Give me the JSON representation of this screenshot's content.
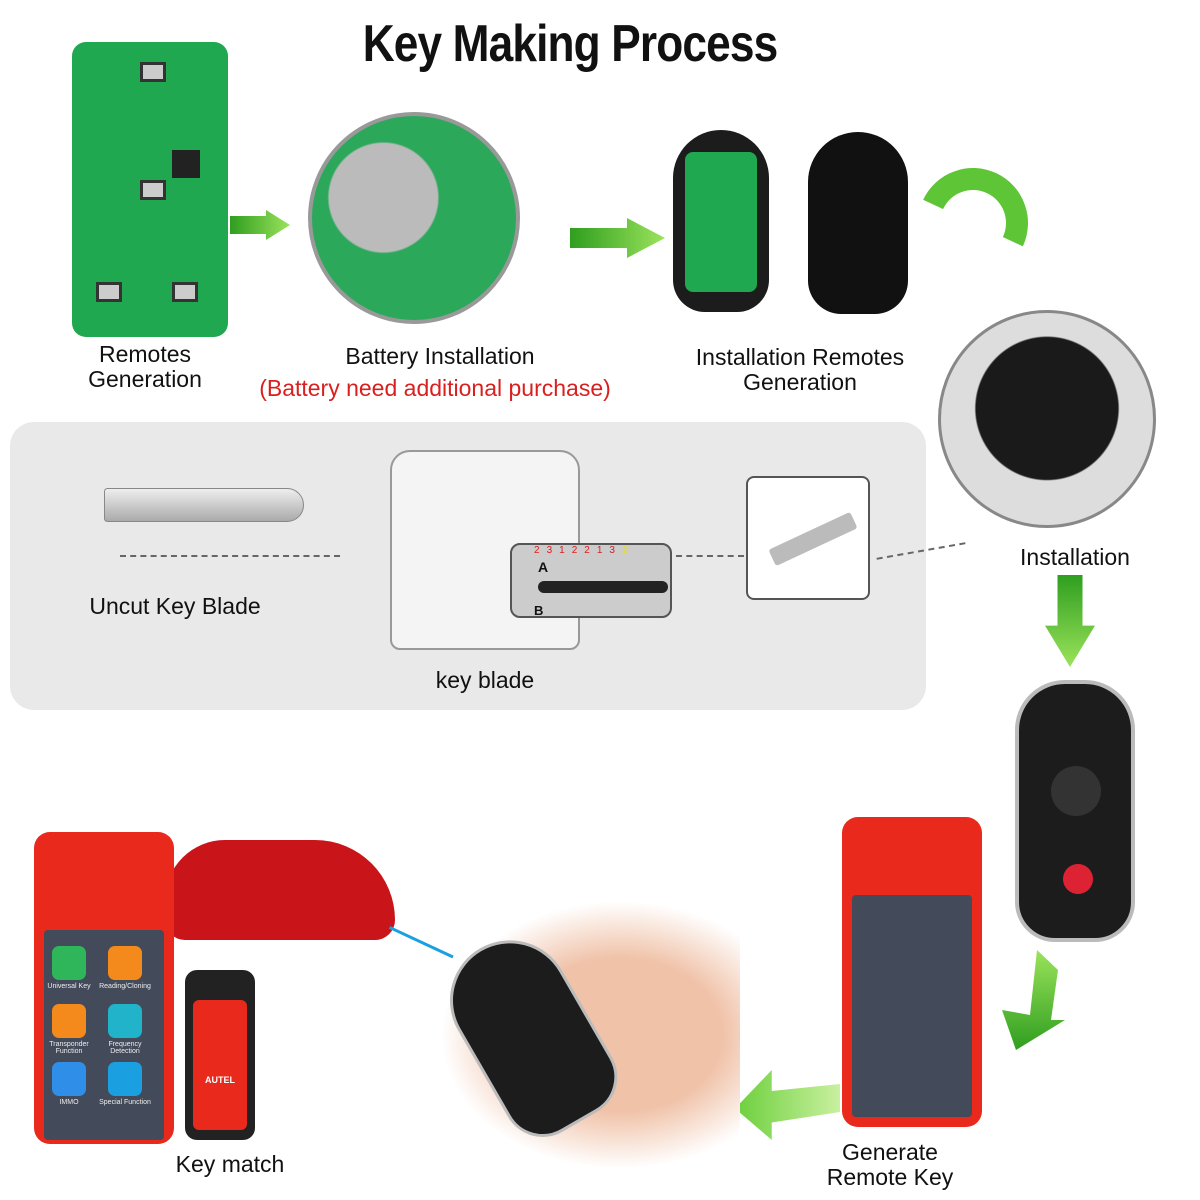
{
  "title": "Key Making Process",
  "steps": {
    "remotes_generation": "Remotes\nGeneration",
    "battery_installation": "Battery Installation",
    "battery_note": "(Battery need additional purchase)",
    "installation_remotes": "Installation Remotes",
    "installation_remotes_2": "Generation",
    "installation": "Installation",
    "uncut_key_blade": "Uncut Key  Blade",
    "key_blade": "key blade",
    "key_match": "Key match",
    "generate_remote_key_1": "Generate",
    "generate_remote_key_2": "Remote Key"
  },
  "blade_chart": {
    "top_label": "A",
    "bottom_label": "B",
    "cuts": [
      "2",
      "3",
      "1",
      "2",
      "2",
      "1",
      "3",
      "2"
    ]
  },
  "device_apps": [
    {
      "label": "Universal Key",
      "color": "#2fb65a"
    },
    {
      "label": "Reading/Cloning",
      "color": "#f48a1c"
    },
    {
      "label": "Transponder Function",
      "color": "#f48a1c"
    },
    {
      "label": "Frequency Detection",
      "color": "#20b3c9"
    },
    {
      "label": "IMMO",
      "color": "#2f8ee8"
    },
    {
      "label": "Special Function",
      "color": "#1aa0e0"
    }
  ],
  "dongle_brand": "AUTEL",
  "colors": {
    "arrow": "#4cbf2a",
    "device": "#e8291c",
    "panel": "#e9e9e9",
    "note": "#d9201f"
  }
}
